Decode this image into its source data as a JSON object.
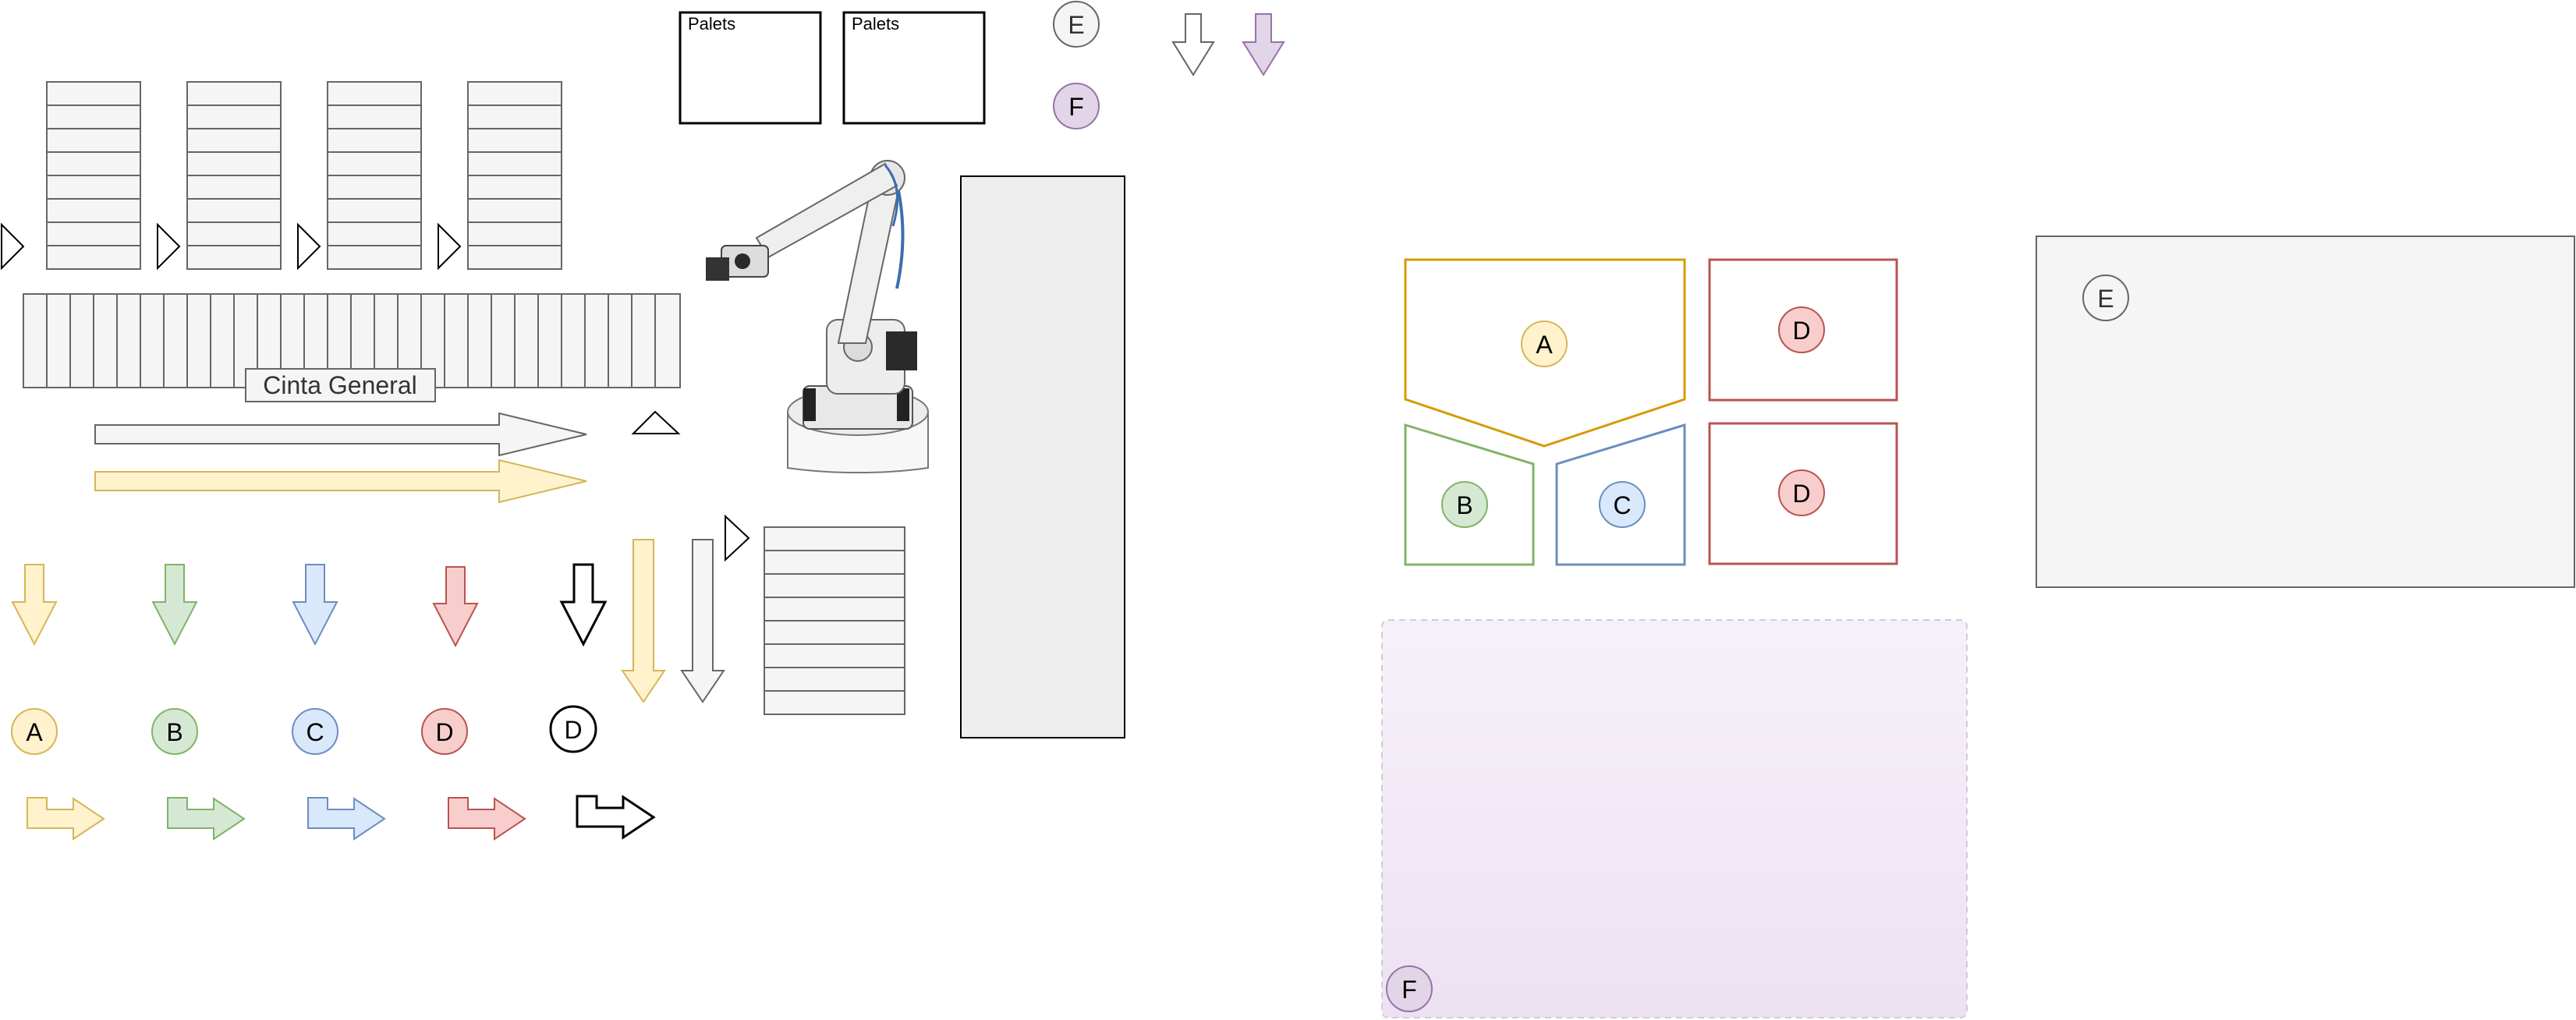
{
  "colors": {
    "A": {
      "fill": "#fff2cc",
      "stroke": "#d6b656"
    },
    "B": {
      "fill": "#d5e8d4",
      "stroke": "#82b366"
    },
    "C": {
      "fill": "#dae8fc",
      "stroke": "#6c8ebf"
    },
    "D": {
      "fill": "#f8cecc",
      "stroke": "#b85450"
    },
    "E": {
      "fill": "#f5f5f5",
      "stroke": "#666666"
    },
    "F": {
      "fill": "#e1d5e7",
      "stroke": "#9673a6"
    },
    "black": "#000000",
    "zone_A": "#d79b00",
    "zone_F_border": "#d5c8dc"
  },
  "labels": {
    "palets_1": "Palets",
    "palets_2": "Palets",
    "cinta_general": "Cinta General",
    "legend_A": "A",
    "legend_B": "B",
    "legend_C": "C",
    "legend_D_red": "D",
    "legend_D_white": "D",
    "legend_E": "E",
    "legend_F": "F",
    "zone_A": "A",
    "zone_B": "B",
    "zone_C": "C",
    "zone_D1": "D",
    "zone_D2": "D",
    "zone_E": "E",
    "zone_F": "F"
  },
  "robot": {
    "icon": "industrial-robot-arm"
  }
}
